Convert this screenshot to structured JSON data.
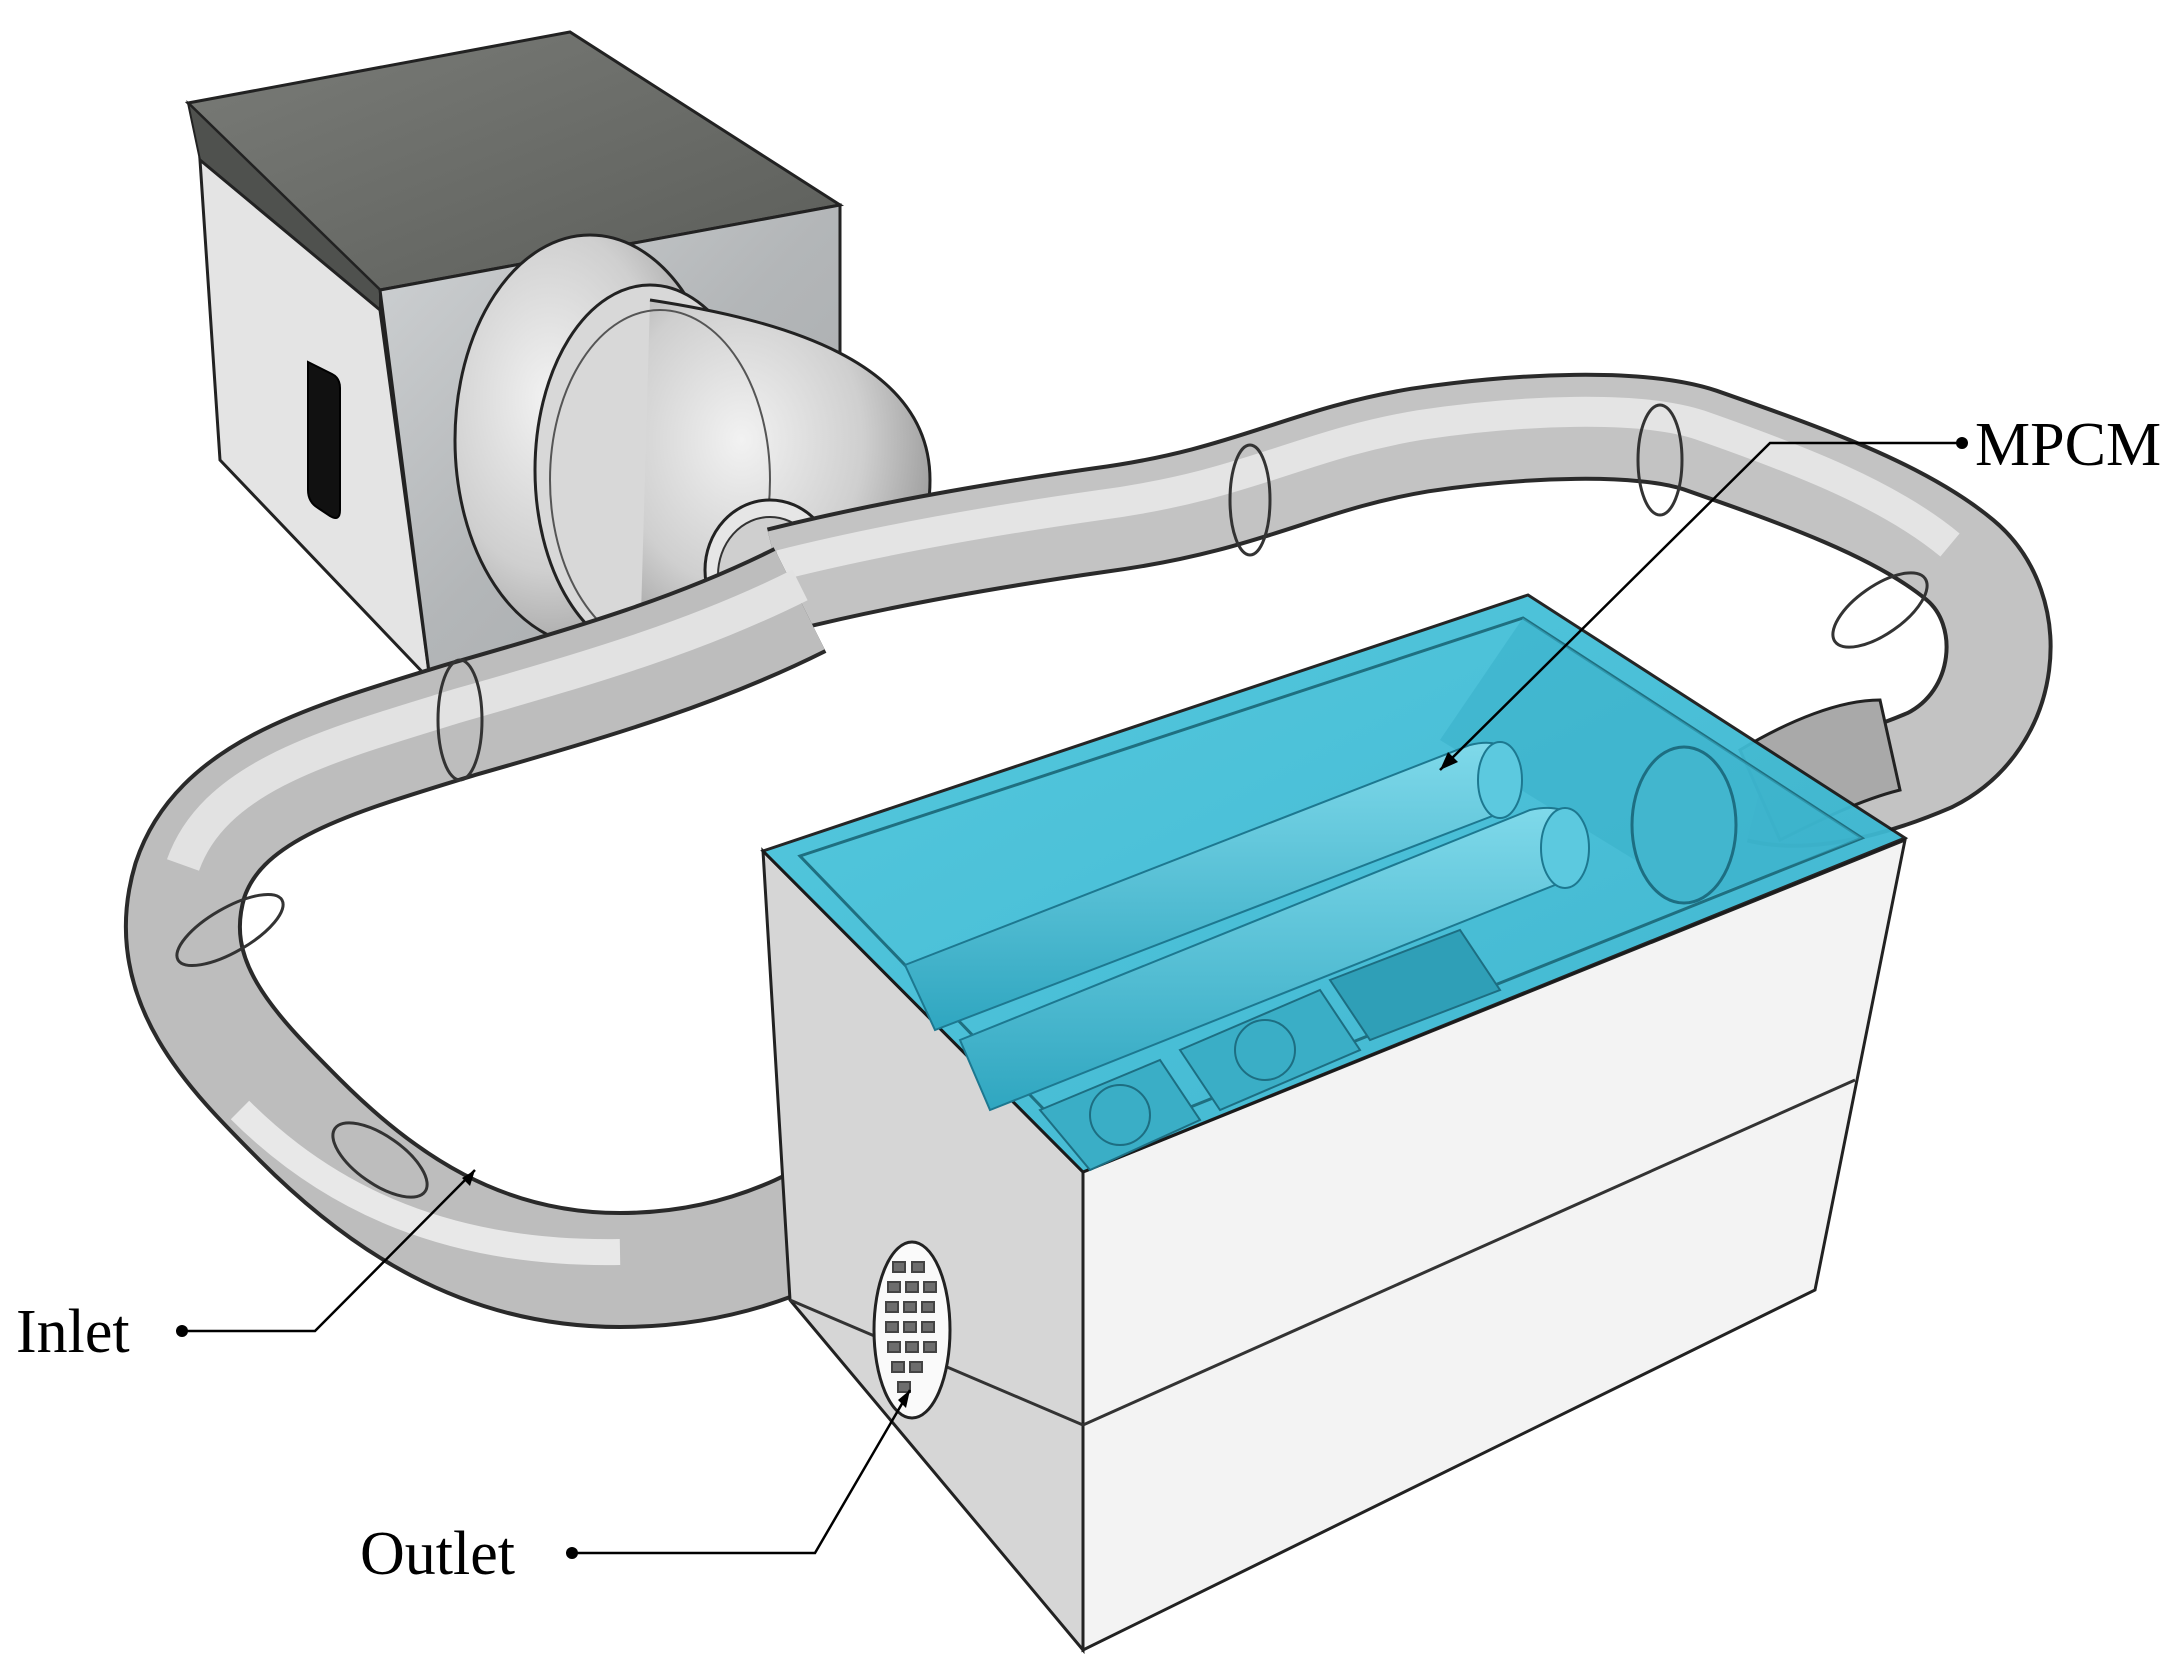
{
  "labels": {
    "mpcm": "MPCM",
    "inlet": "Inlet",
    "outlet": "Outlet"
  },
  "colors": {
    "pcm_liquid": "#3fbcd6",
    "duct": "#b9b9b9",
    "box_face": "#f2f2f2",
    "fan_housing_top": "#6e6e6e"
  }
}
